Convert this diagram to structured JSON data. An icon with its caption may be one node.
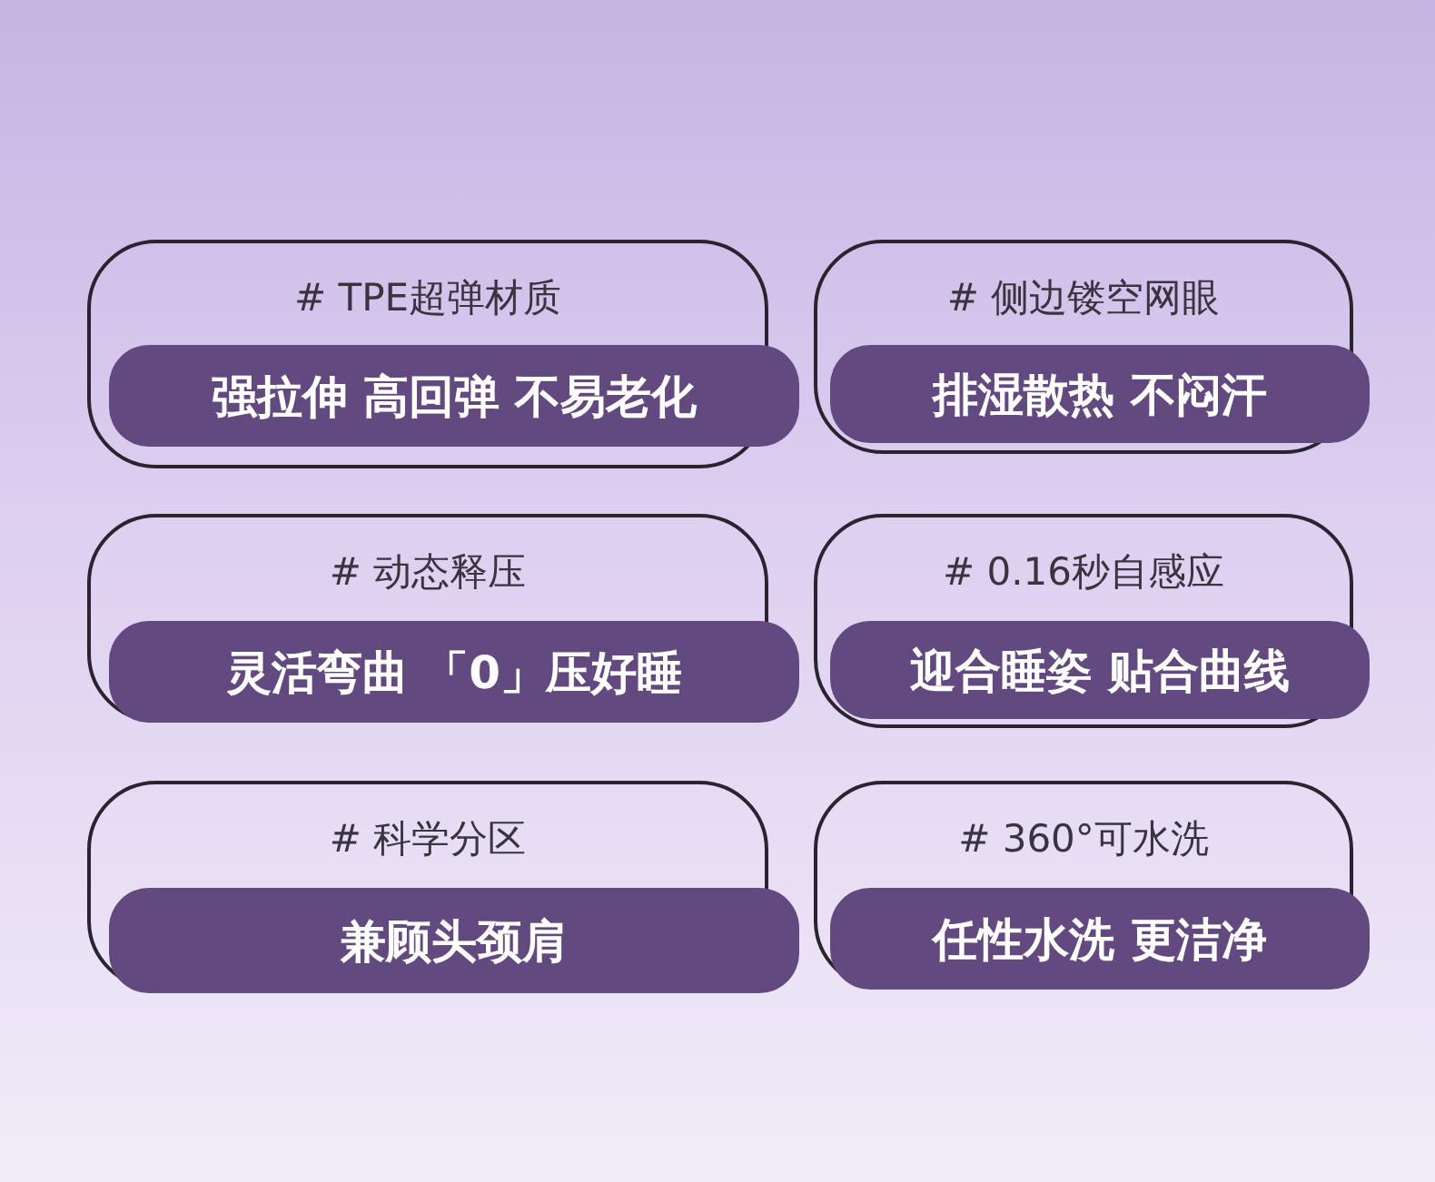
{
  "diagram": {
    "nodes": [
      {
        "text": [
          "# TPE超弹材质",
          "强拉伸 高回弹 不易老化"
        ]
      },
      {
        "text": [
          "# 侧边镂空网眼",
          "排湿散热 不闷汗"
        ]
      },
      {
        "text": [
          "# 动态释压",
          "灵活弯曲 「0」压好睡"
        ]
      },
      {
        "text": [
          "# 0.16秒自感应",
          "迎合睡姿 贴合曲线"
        ]
      },
      {
        "text": [
          "# 科学分区",
          "兼顾头颈肩"
        ]
      },
      {
        "text": [
          "# 360°可水洗",
          "任性水洗 更洁净"
        ]
      }
    ]
  }
}
